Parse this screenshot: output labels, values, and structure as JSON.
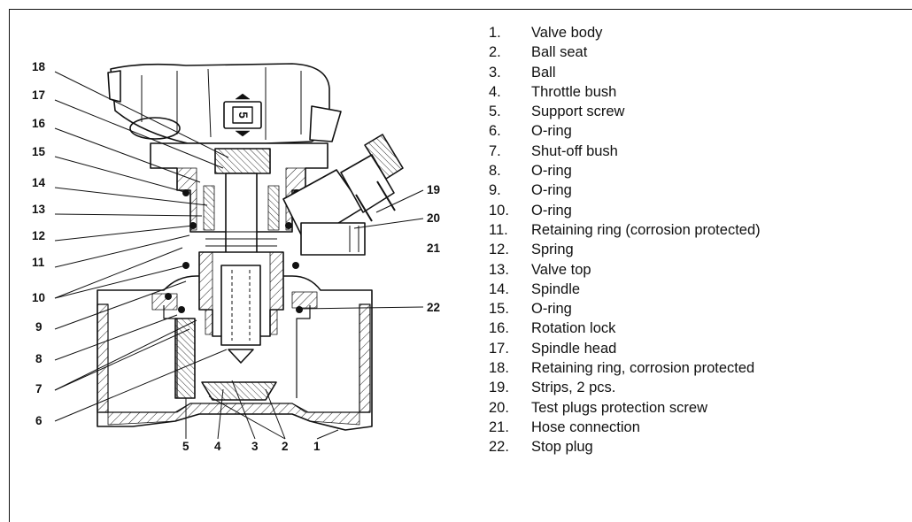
{
  "callouts_left": [
    "18",
    "17",
    "16",
    "15",
    "14",
    "13",
    "12",
    "11",
    "10",
    "9",
    "8",
    "7",
    "6"
  ],
  "callouts_bottom": [
    "5",
    "4",
    "3",
    "2",
    "1"
  ],
  "callouts_right": [
    "19",
    "20",
    "21",
    "22"
  ],
  "dial_label": "5",
  "parts": [
    {
      "num": "1.",
      "label": "Valve body"
    },
    {
      "num": "2.",
      "label": "Ball seat"
    },
    {
      "num": "3.",
      "label": "Ball"
    },
    {
      "num": "4.",
      "label": "Throttle bush"
    },
    {
      "num": "5.",
      "label": "Support screw"
    },
    {
      "num": "6.",
      "label": "O-ring"
    },
    {
      "num": "7.",
      "label": "Shut-off bush"
    },
    {
      "num": "8.",
      "label": "O-ring"
    },
    {
      "num": "9.",
      "label": "O-ring"
    },
    {
      "num": "10.",
      "label": "O-ring"
    },
    {
      "num": "11.",
      "label": "Retaining ring (corrosion protected)"
    },
    {
      "num": "12.",
      "label": "Spring"
    },
    {
      "num": "13.",
      "label": "Valve top"
    },
    {
      "num": "14.",
      "label": "Spindle"
    },
    {
      "num": "15.",
      "label": "O-ring"
    },
    {
      "num": "16.",
      "label": "Rotation lock"
    },
    {
      "num": "17.",
      "label": "Spindle head"
    },
    {
      "num": "18.",
      "label": "Retaining ring, corrosion protected"
    },
    {
      "num": "19.",
      "label": "Strips, 2 pcs."
    },
    {
      "num": "20.",
      "label": "Test plugs protection screw"
    },
    {
      "num": "21.",
      "label": "Hose connection"
    },
    {
      "num": "22.",
      "label": "Stop plug"
    }
  ]
}
